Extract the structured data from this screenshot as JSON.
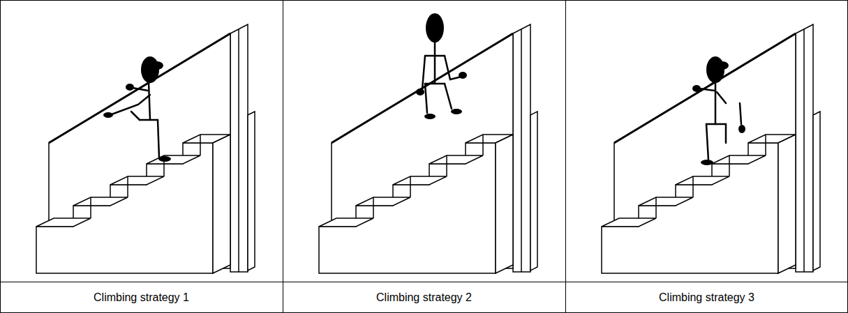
{
  "diagram": {
    "labels": [
      "Climbing strategy 1",
      "Climbing strategy 2",
      "Climbing strategy 3"
    ]
  }
}
